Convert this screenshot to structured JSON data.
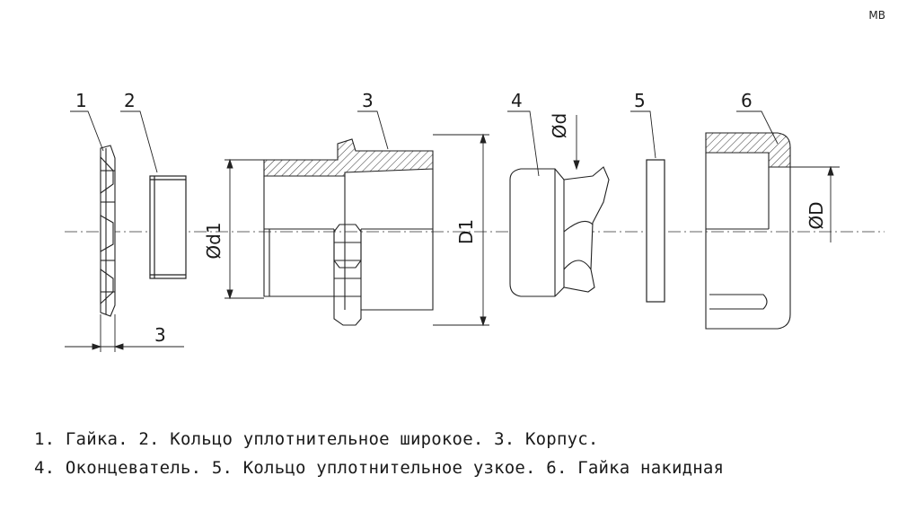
{
  "corner_mark": "MB",
  "callouts": [
    "1",
    "2",
    "3",
    "4",
    "5",
    "6"
  ],
  "dimensions": {
    "thickness": "3",
    "d1": "Ød1",
    "d_outer": "D1",
    "d": "Ød",
    "D": "ØD"
  },
  "legend": {
    "line1": "1. Гайка. 2. Кольцо уплотнительное широкое. 3. Корпус.",
    "line2": "4. Оконцеватель. 5. Кольцо уплотнительное узкое. 6. Гайка накидная"
  },
  "colors": {
    "line": "#222222",
    "hatch": "#444444",
    "background": "#ffffff"
  }
}
